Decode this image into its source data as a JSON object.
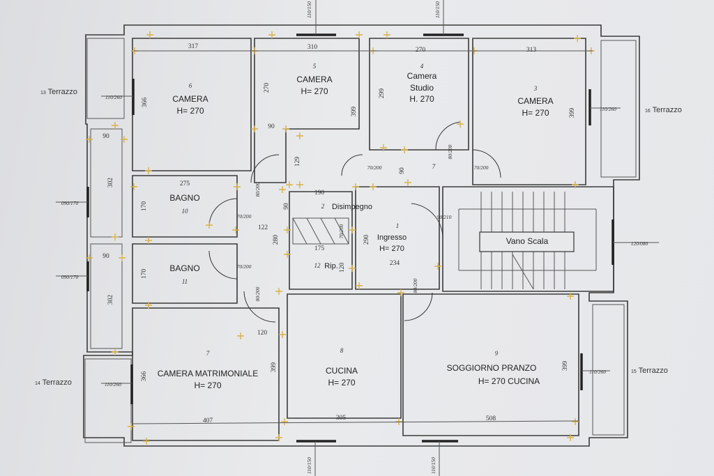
{
  "rooms": {
    "r1": {
      "number": "1",
      "name": "Ingresso",
      "height": "H= 270"
    },
    "r2": {
      "number": "2",
      "name": "Disimpegno"
    },
    "r3": {
      "number": "3",
      "name": "CAMERA",
      "height": "H= 270"
    },
    "r4": {
      "number": "4",
      "name": "Camera",
      "name2": "Studio",
      "height": "H. 270"
    },
    "r5": {
      "number": "5",
      "name": "CAMERA",
      "height": "H= 270"
    },
    "r6": {
      "number": "6",
      "name": "CAMERA",
      "height": "H= 270"
    },
    "r7": {
      "number": "7",
      "name": "CAMERA MATRIMONIALE",
      "height": "H= 270"
    },
    "r8": {
      "number": "8",
      "name": "CUCINA",
      "height": "H= 270"
    },
    "r9": {
      "number": "9",
      "name": "SOGGIORNO PRANZO",
      "height": "H= 270  CUCINA"
    },
    "r10": {
      "number": "10",
      "name": "BAGNO"
    },
    "r11": {
      "number": "11",
      "name": "BAGNO"
    },
    "r12": {
      "number": "12",
      "name": "Rip."
    },
    "r7b": {
      "number": "7"
    },
    "stairs": {
      "name": "Vano Scala"
    }
  },
  "terraces": [
    {
      "number": "13",
      "name": "Terrazzo"
    },
    {
      "number": "14",
      "name": "Terrazzo"
    },
    {
      "number": "15",
      "name": "Terrazzo"
    },
    {
      "number": "16",
      "name": "Terrazzo"
    }
  ],
  "dimensions": {
    "d317": "317",
    "d310": "310",
    "d270": "270",
    "d313": "313",
    "d366a": "366",
    "d270v": "270",
    "d399a": "399",
    "d299": "299",
    "d399b": "399",
    "d90a": "90",
    "d90b": "90",
    "d129": "129",
    "d90c": "90",
    "d90d": "90",
    "d302a": "302",
    "d302b": "302",
    "d275": "275",
    "d170a": "170",
    "d170b": "170",
    "d190": "190",
    "d122": "122",
    "d280": "280",
    "d175": "175",
    "d290": "290",
    "d234": "234",
    "d120h": "120",
    "d120v": "120",
    "d366b": "366",
    "d399c": "399",
    "d399d": "399",
    "d407": "407",
    "d305": "305",
    "d508": "508"
  },
  "openings": {
    "w_top": "110/150",
    "w_bottom": "110/150",
    "w_t13": "110/260",
    "w_b10": "090/170",
    "w_b11": "090/170",
    "w_t14": "110/260",
    "w_t16": "110/260",
    "w_t15": "110/260",
    "w_stair": "120/080",
    "door_70a": "70/200",
    "door_70b": "70/200",
    "door_70c": "70/200",
    "door_70d": "70/200",
    "door_70e": "70/200",
    "door_80a": "80/200",
    "door_80b": "80/200",
    "door_80c": "80/200",
    "door_80d": "80/200",
    "door_90": "90/210"
  }
}
